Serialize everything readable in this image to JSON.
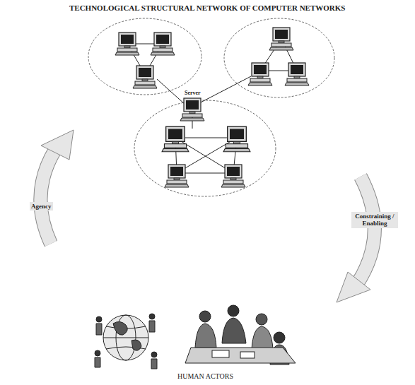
{
  "diagram": {
    "title": "TECHNOLOGICAL STRUCTURAL NETWORK OF COMPUTER NETWORKS",
    "labels": [
      "Server",
      "Agency",
      "Constraining / Enabling",
      "HUMAN ACTORS"
    ]
  }
}
